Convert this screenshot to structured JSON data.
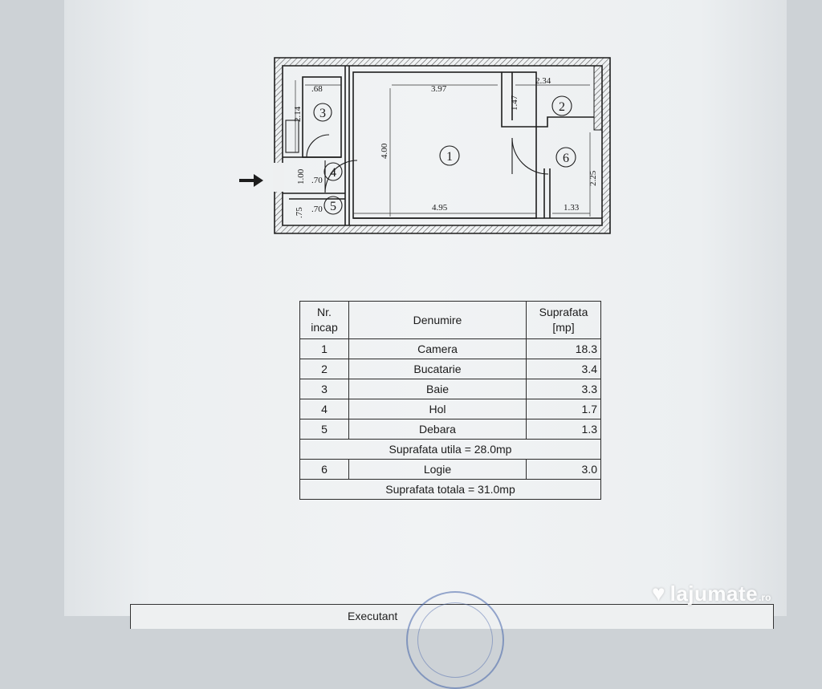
{
  "plan": {
    "dimensions": {
      "d_068": ".68",
      "d_397": "3.97",
      "d_234": "2.34",
      "d_214": "2.14",
      "d_147": "1.47",
      "d_400": "4.00",
      "d_100": "1.00",
      "d_070a": ".70",
      "d_070b": ".70",
      "d_075": ".75",
      "d_495": "4.95",
      "d_225": "2.25",
      "d_133": "1.33"
    },
    "room_numbers": [
      "1",
      "2",
      "3",
      "4",
      "5",
      "6"
    ]
  },
  "table": {
    "headers": {
      "nr_line1": "Nr.",
      "nr_line2": "incap",
      "name": "Denumire",
      "area_line1": "Suprafata",
      "area_line2": "[mp]"
    },
    "rows": [
      {
        "nr": "1",
        "name": "Camera",
        "area": "18.3"
      },
      {
        "nr": "2",
        "name": "Bucatarie",
        "area": "3.4"
      },
      {
        "nr": "3",
        "name": "Baie",
        "area": "3.3"
      },
      {
        "nr": "4",
        "name": "Hol",
        "area": "1.7"
      },
      {
        "nr": "5",
        "name": "Debara",
        "area": "1.3"
      }
    ],
    "subtotal": "Suprafata utila = 28.0mp",
    "row6": {
      "nr": "6",
      "name": "Logie",
      "area": "3.0"
    },
    "total": "Suprafata totala = 31.0mp"
  },
  "footer": {
    "executant": "Executant"
  },
  "watermark": {
    "brand": "lajumate",
    "suffix": ".ro"
  }
}
